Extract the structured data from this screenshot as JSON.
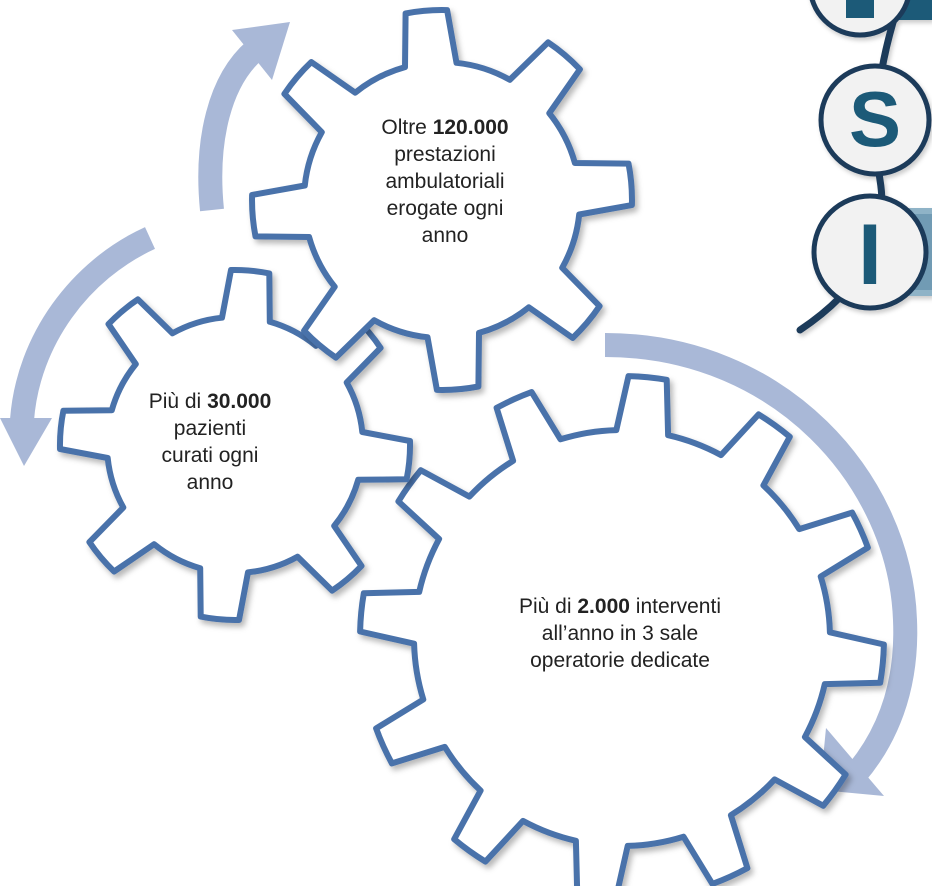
{
  "colors": {
    "gear_outline": "#4a72aa",
    "gear_fill": "#ffffff",
    "arrow": "#a9b8d7",
    "logo_dark": "#1e5a78",
    "logo_circle_bg": "#f2f2f2",
    "logo_tab": "#8fb3c7"
  },
  "gears": {
    "top": {
      "prefix": "Oltre ",
      "number": "120.000",
      "lines": [
        "prestazioni",
        "ambulatoriali",
        "erogate ogni",
        "anno"
      ]
    },
    "left": {
      "prefix": "Più di ",
      "number": "30.000",
      "lines": [
        "pazienti",
        "curati ogni",
        "anno"
      ]
    },
    "right": {
      "prefix": "Più di ",
      "number": "2.000",
      "suffix": " interventi",
      "lines": [
        "all’anno in 3 sale",
        "operatorie dedicate"
      ]
    }
  },
  "logo": {
    "letters": [
      "S",
      "I"
    ]
  }
}
